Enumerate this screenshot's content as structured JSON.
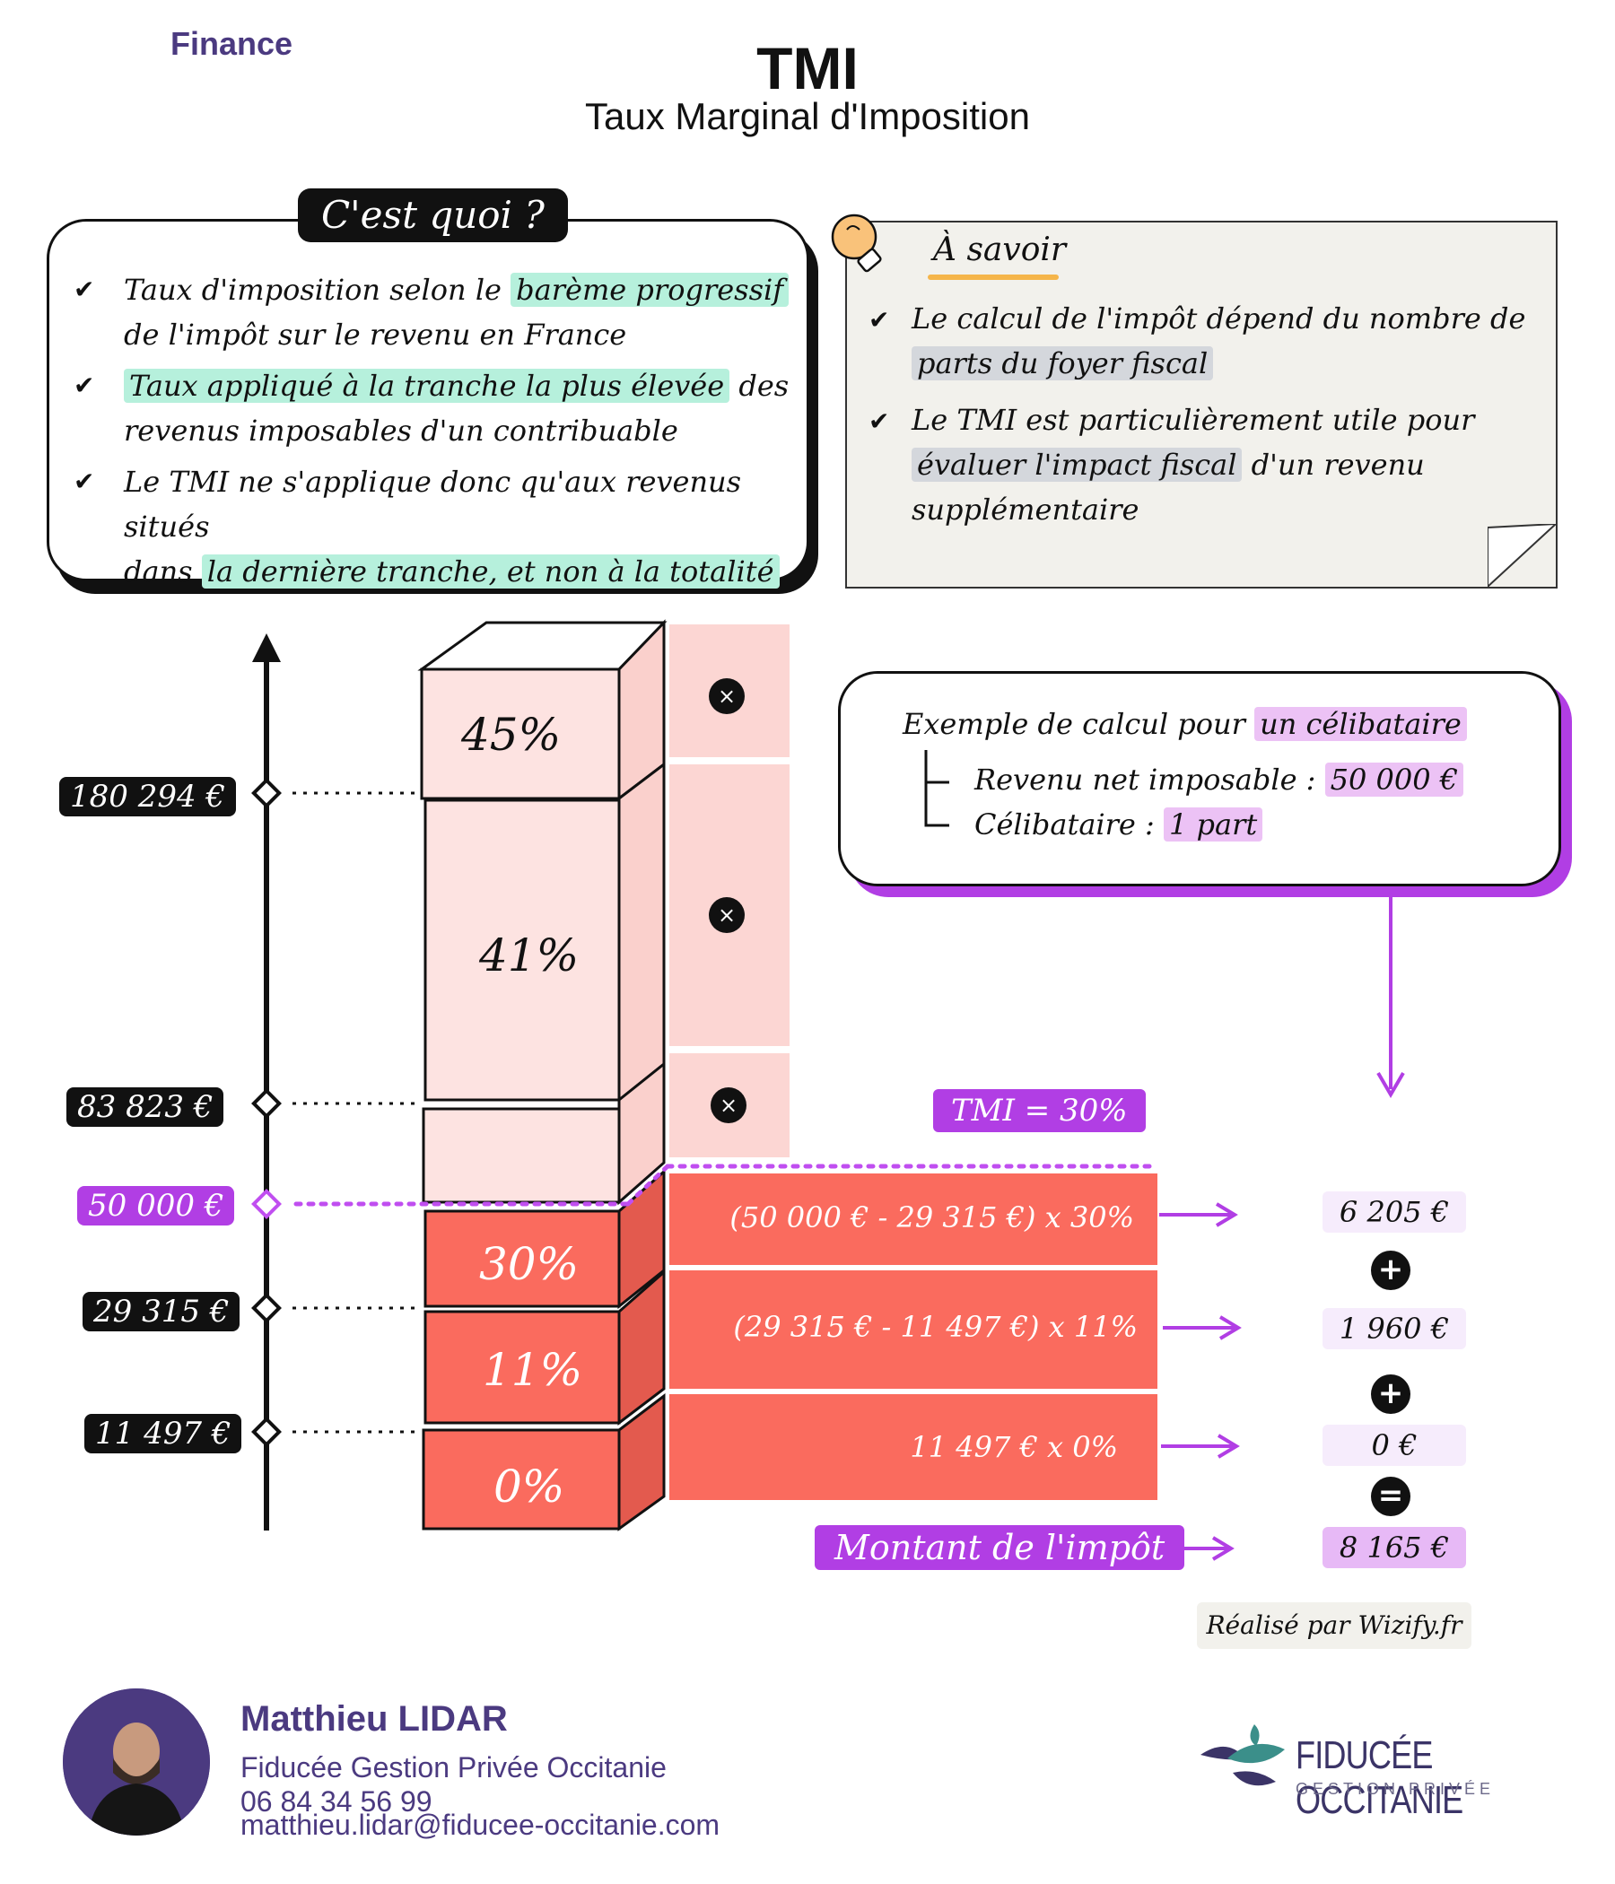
{
  "header": {
    "tag": "Finance",
    "title": "TMI",
    "subtitle": "Taux Marginal d'Imposition"
  },
  "card_what": {
    "badge": "C'est quoi ?",
    "items": [
      {
        "pre": "Taux d'imposition selon le ",
        "hl": "barème progressif",
        "post": "",
        "line2": "de l'impôt sur le revenu en France"
      },
      {
        "pre": "",
        "hl": "Taux appliqué à la tranche la plus élevée",
        "post": " des",
        "line2": "revenus imposables d'un contribuable"
      },
      {
        "pre": "Le TMI ne s'applique donc qu'aux revenus situés",
        "hl": "",
        "post": "",
        "line2_pre": "dans ",
        "line2_hl": "la dernière tranche, et non à la totalité"
      }
    ]
  },
  "card_know": {
    "title": "À savoir",
    "items": [
      {
        "line1": "Le calcul de l'impôt dépend du nombre de",
        "line2_hl": "parts du foyer fiscal"
      },
      {
        "line1": "Le TMI est particulièrement utile pour",
        "line2_hl": "évaluer l'impact fiscal",
        "line2_post": " d'un revenu",
        "line3": "supplémentaire"
      }
    ]
  },
  "scale": {
    "thresholds": [
      "180 294 €",
      "83 823 €",
      "50 000 €",
      "29 315 €",
      "11 497 €"
    ],
    "rates": [
      "45%",
      "41%",
      "30%",
      "11%",
      "0%"
    ],
    "calcs": [
      "(50 000 € - 29 315 €) x 30%",
      "(29 315 € - 11 497 €) x 11%",
      "11 497 € x 0%"
    ],
    "x_symbol": "×"
  },
  "example": {
    "intro": "Exemple de calcul pour ",
    "intro_hl": "un célibataire",
    "income_label": "Revenu net imposable : ",
    "income_value": "50 000 €",
    "status_label": "Célibataire : ",
    "status_value": "1 part"
  },
  "tmi_badge": "TMI = 30%",
  "results": {
    "r1": "6 205 €",
    "r2": "1 960 €",
    "r3": "0 €",
    "total": "8 165 €",
    "plus": "+",
    "equals": "="
  },
  "amount_label": "Montant de l'impôt",
  "credit": "Réalisé par Wizify.fr",
  "footer": {
    "name": "Matthieu LIDAR",
    "company": "Fiducée Gestion Privée Occitanie",
    "phone": "06 84 34 56 99",
    "email": "matthieu.lidar@fiducee-occitanie.com",
    "logo_name": "FIDUCÉE OCCITANIE",
    "logo_sub": "GESTION PRIVÉE"
  },
  "colors": {
    "purple": "#b13ee4",
    "brand": "#4b3a80",
    "red": "#fa6b5e",
    "pink_light": "#fcd6d3",
    "green_hl": "#b6f0dc"
  }
}
